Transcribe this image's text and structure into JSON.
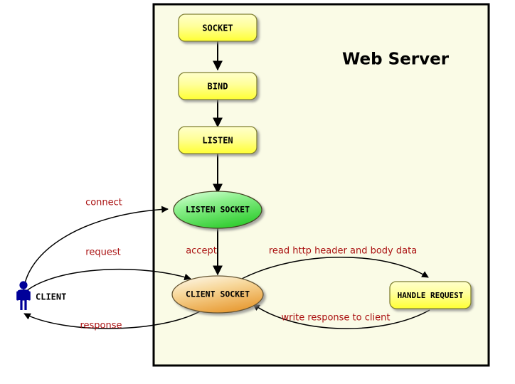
{
  "diagram": {
    "title": "Web Server",
    "container": {
      "label": "web-server-boundary",
      "fill": "#fafbe6",
      "border": "#000000"
    },
    "colors": {
      "process_fill_top": "#ffffb0",
      "process_fill_bottom": "#ffff40",
      "process_border": "#999933",
      "listen_socket_fill_top": "#ccffcc",
      "listen_socket_fill_bottom": "#33cc33",
      "client_socket_fill_top": "#fdf6e3",
      "client_socket_fill_bottom": "#eda13b",
      "node_border": "#666633",
      "edge_label": "#aa1111",
      "actor": "#000099",
      "arrow": "#000000"
    },
    "nodes": [
      {
        "id": "socket",
        "label": "SOCKET",
        "shape": "rounded-rect"
      },
      {
        "id": "bind",
        "label": "BIND",
        "shape": "rounded-rect"
      },
      {
        "id": "listen",
        "label": "LISTEN",
        "shape": "rounded-rect"
      },
      {
        "id": "listen_socket",
        "label": "LISTEN SOCKET",
        "shape": "ellipse"
      },
      {
        "id": "client_socket",
        "label": "CLIENT SOCKET",
        "shape": "ellipse"
      },
      {
        "id": "handle_request",
        "label": "HANDLE REQUEST",
        "shape": "rounded-rect"
      }
    ],
    "actor": {
      "id": "client",
      "label": "CLIENT",
      "icon": "person-icon"
    },
    "edges": [
      {
        "id": "e_socket_bind",
        "from": "socket",
        "to": "bind",
        "label": ""
      },
      {
        "id": "e_bind_listen",
        "from": "bind",
        "to": "listen",
        "label": ""
      },
      {
        "id": "e_listen_lsock",
        "from": "listen",
        "to": "listen_socket",
        "label": ""
      },
      {
        "id": "e_connect",
        "from": "client",
        "to": "listen_socket",
        "label": "connect"
      },
      {
        "id": "e_accept",
        "from": "listen_socket",
        "to": "client_socket",
        "label": "accept"
      },
      {
        "id": "e_request",
        "from": "client",
        "to": "client_socket",
        "label": "request"
      },
      {
        "id": "e_read",
        "from": "client_socket",
        "to": "handle_request",
        "label": "read http header and body data"
      },
      {
        "id": "e_write",
        "from": "handle_request",
        "to": "client_socket",
        "label": "write response to client"
      },
      {
        "id": "e_response",
        "from": "client_socket",
        "to": "client",
        "label": "response"
      }
    ]
  }
}
